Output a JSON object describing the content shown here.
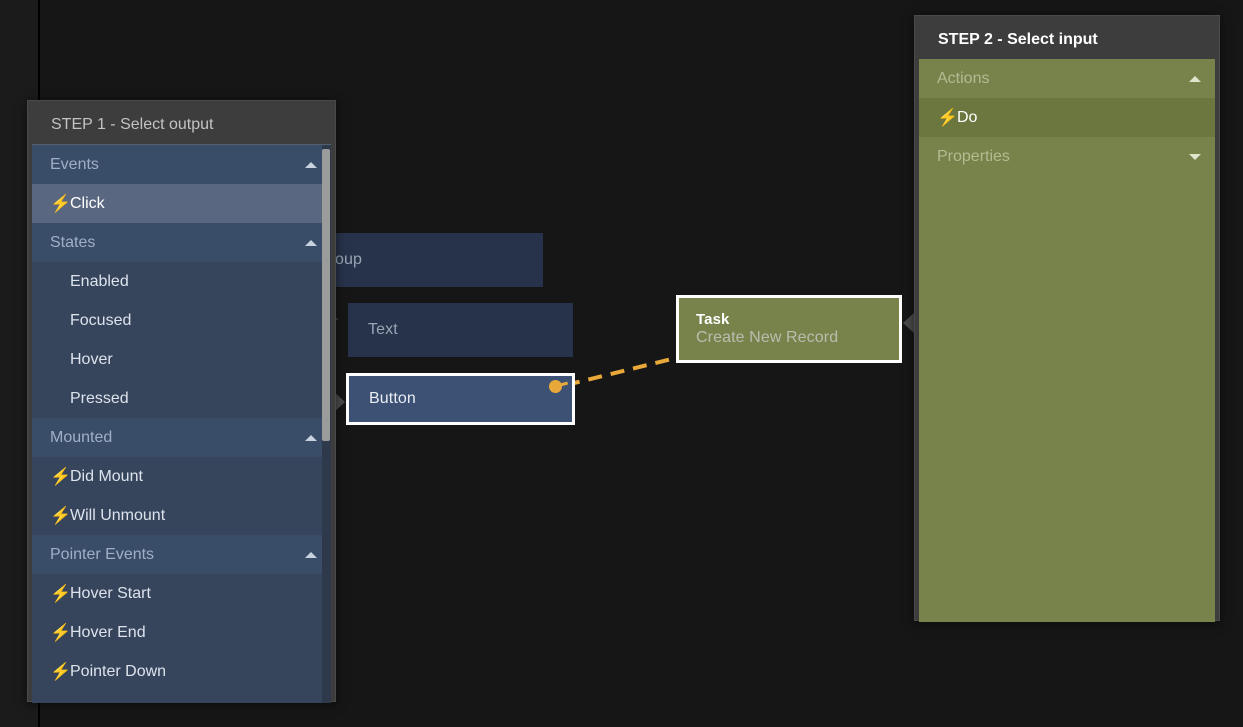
{
  "canvas": {
    "background_color": "#161616",
    "nodes": [
      {
        "id": "group",
        "label": "Group",
        "type": "dim"
      },
      {
        "id": "text",
        "label": "Text",
        "type": "dim"
      },
      {
        "id": "button",
        "label": "Button",
        "type": "selected-blue"
      },
      {
        "id": "task",
        "label": "Task",
        "subtitle": "Create New Record",
        "type": "selected-green"
      }
    ],
    "connection": {
      "style": "dashed",
      "color": "#e8a93a",
      "from": "button",
      "to": "task"
    }
  },
  "step1": {
    "title": "STEP 1 - Select output",
    "accent_color": "#394c68",
    "groups": [
      {
        "name": "Events",
        "expanded": true,
        "caret": "chevron-up-icon",
        "items": [
          {
            "label": "Click",
            "icon": "bolt-icon",
            "selected": true
          }
        ]
      },
      {
        "name": "States",
        "expanded": true,
        "caret": "chevron-up-icon",
        "items": [
          {
            "label": "Enabled",
            "icon": "",
            "selected": false
          },
          {
            "label": "Focused",
            "icon": "",
            "selected": false
          },
          {
            "label": "Hover",
            "icon": "",
            "selected": false
          },
          {
            "label": "Pressed",
            "icon": "",
            "selected": false
          }
        ]
      },
      {
        "name": "Mounted",
        "expanded": true,
        "caret": "chevron-up-icon",
        "items": [
          {
            "label": "Did Mount",
            "icon": "bolt-icon",
            "selected": false
          },
          {
            "label": "Will Unmount",
            "icon": "bolt-icon",
            "selected": false
          }
        ]
      },
      {
        "name": "Pointer Events",
        "expanded": true,
        "caret": "chevron-up-icon",
        "items": [
          {
            "label": "Hover Start",
            "icon": "bolt-icon",
            "selected": false
          },
          {
            "label": "Hover End",
            "icon": "bolt-icon",
            "selected": false
          },
          {
            "label": "Pointer Down",
            "icon": "bolt-icon",
            "selected": false
          }
        ]
      }
    ],
    "scrollbar": {
      "visible": true
    }
  },
  "step2": {
    "title": "STEP 2 - Select input",
    "accent_color": "#77834a",
    "groups": [
      {
        "name": "Actions",
        "expanded": true,
        "caret": "chevron-up-icon",
        "items": [
          {
            "label": "Do",
            "icon": "bolt-icon",
            "selected": true
          }
        ]
      },
      {
        "name": "Properties",
        "expanded": false,
        "caret": "chevron-down-icon",
        "items": []
      }
    ]
  },
  "glyphs": {
    "bolt": "⚡"
  }
}
